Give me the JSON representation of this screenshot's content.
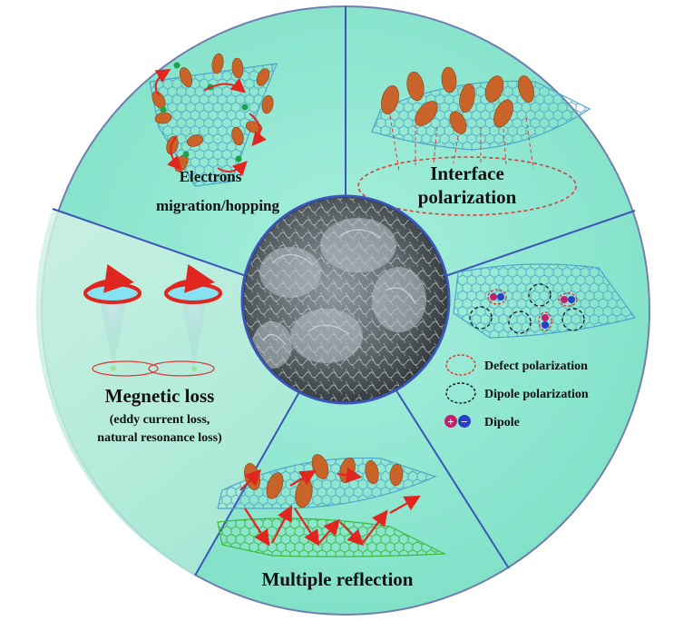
{
  "colors": {
    "background_light": "#c9f0e3",
    "background_mid": "#8ee6cf",
    "divider": "#3b55b8",
    "rim": "#6f7fb0",
    "flake": "#c8632a",
    "arrow": "#e0261f",
    "graphene_blue": "#4fa6c9",
    "graphene_green": "#3bbb3b",
    "defect_ring": "#e03a3a",
    "dipole_ring": "#222222",
    "dipole_plus": "#c02070",
    "dipole_minus": "#2a3fc8"
  },
  "segments": {
    "electrons": {
      "line1": "Electrons",
      "line2": "migration/hopping"
    },
    "interface": {
      "line1": "Interface",
      "line2": "polarization"
    },
    "defect": {
      "legend_defect": "Defect polarization",
      "legend_dipole_polarization": "Dipole polarization",
      "legend_dipole": "Dipole"
    },
    "magnetic": {
      "title": "Megnetic loss",
      "line2": "(eddy current loss,",
      "line3": "natural resonance loss)"
    },
    "reflection": {
      "title": "Multiple reflection"
    }
  },
  "center_image": {
    "icon": "sem-micrograph"
  }
}
